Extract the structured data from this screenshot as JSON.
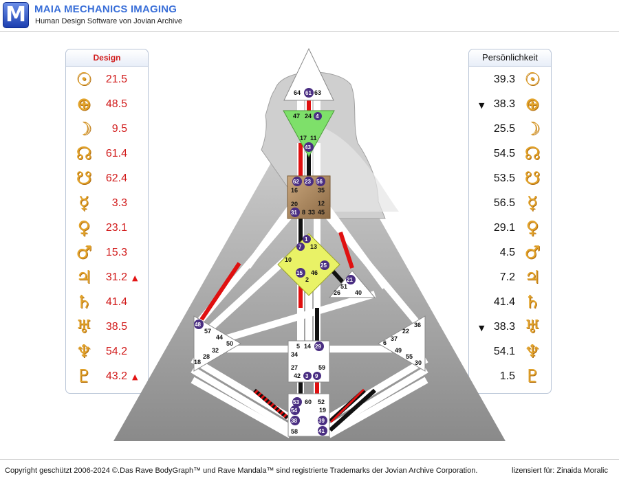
{
  "header": {
    "logo_letter": "M",
    "title": "MAIA MECHANICS IMAGING",
    "subtitle": "Human Design Software von Jovian Archive"
  },
  "design": {
    "title": "Design",
    "color": "#d11a1a",
    "rows": [
      {
        "planet": "sun-icon",
        "glyph": "☉",
        "value": "21.5",
        "marker": ""
      },
      {
        "planet": "earth-icon",
        "glyph": "⊕",
        "value": "48.5",
        "marker": ""
      },
      {
        "planet": "moon-icon",
        "glyph": "☽",
        "value": "9.5",
        "marker": ""
      },
      {
        "planet": "north-node-icon",
        "glyph": "☊",
        "value": "61.4",
        "marker": ""
      },
      {
        "planet": "south-node-icon",
        "glyph": "☋",
        "value": "62.4",
        "marker": ""
      },
      {
        "planet": "mercury-icon",
        "glyph": "☿",
        "value": "3.3",
        "marker": ""
      },
      {
        "planet": "venus-icon",
        "glyph": "♀",
        "value": "23.1",
        "marker": ""
      },
      {
        "planet": "mars-icon",
        "glyph": "♂",
        "value": "15.3",
        "marker": ""
      },
      {
        "planet": "jupiter-icon",
        "glyph": "♃",
        "value": "31.2",
        "marker": "▲"
      },
      {
        "planet": "saturn-icon",
        "glyph": "♄",
        "value": "41.4",
        "marker": ""
      },
      {
        "planet": "uranus-icon",
        "glyph": "♅",
        "value": "38.5",
        "marker": ""
      },
      {
        "planet": "neptune-icon",
        "glyph": "♆",
        "value": "54.2",
        "marker": ""
      },
      {
        "planet": "pluto-icon",
        "glyph": "♇",
        "value": "43.2",
        "marker": "▲"
      }
    ]
  },
  "personality": {
    "title": "Persönlichkeit",
    "rows": [
      {
        "planet": "sun-icon",
        "glyph": "☉",
        "value": "39.3",
        "marker": ""
      },
      {
        "planet": "earth-icon",
        "glyph": "⊕",
        "value": "38.3",
        "marker": "▼"
      },
      {
        "planet": "moon-icon",
        "glyph": "☽",
        "value": "25.5",
        "marker": ""
      },
      {
        "planet": "north-node-icon",
        "glyph": "☊",
        "value": "54.5",
        "marker": ""
      },
      {
        "planet": "south-node-icon",
        "glyph": "☋",
        "value": "53.5",
        "marker": ""
      },
      {
        "planet": "mercury-icon",
        "glyph": "☿",
        "value": "56.5",
        "marker": ""
      },
      {
        "planet": "venus-icon",
        "glyph": "♀",
        "value": "29.1",
        "marker": ""
      },
      {
        "planet": "mars-icon",
        "glyph": "♂",
        "value": "4.5",
        "marker": ""
      },
      {
        "planet": "jupiter-icon",
        "glyph": "♃",
        "value": "7.2",
        "marker": ""
      },
      {
        "planet": "saturn-icon",
        "glyph": "♄",
        "value": "41.4",
        "marker": ""
      },
      {
        "planet": "uranus-icon",
        "glyph": "♅",
        "value": "38.3",
        "marker": "▼"
      },
      {
        "planet": "neptune-icon",
        "glyph": "♆",
        "value": "54.1",
        "marker": ""
      },
      {
        "planet": "pluto-icon",
        "glyph": "♇",
        "value": "1.5",
        "marker": ""
      }
    ]
  },
  "bodygraph": {
    "colors": {
      "head": "#ffffff",
      "ajna": "#7ee06a",
      "throat": "#a07a4e",
      "g_center": "#e9f266",
      "design_channel": "#e01010",
      "personality_channel": "#111111",
      "activation_dot": "#4a2e82"
    },
    "gates": {
      "head": [
        "64",
        "61",
        "63"
      ],
      "ajna": [
        "47",
        "24",
        "4",
        "17",
        "11",
        "43"
      ],
      "throat": [
        "62",
        "23",
        "56",
        "16",
        "35",
        "12",
        "20",
        "45",
        "31",
        "8",
        "33"
      ],
      "g_center": [
        "1",
        "7",
        "13",
        "10",
        "25",
        "15",
        "46",
        "2"
      ],
      "heart": [
        "21",
        "51",
        "26",
        "40"
      ],
      "spleen": [
        "48",
        "57",
        "44",
        "50",
        "32",
        "28",
        "18"
      ],
      "solar_plexus": [
        "36",
        "22",
        "37",
        "6",
        "49",
        "55",
        "30"
      ],
      "sacral": [
        "5",
        "14",
        "29",
        "34",
        "27",
        "59",
        "42",
        "3",
        "9"
      ],
      "root": [
        "53",
        "60",
        "52",
        "54",
        "19",
        "38",
        "39",
        "58",
        "41"
      ]
    },
    "activated_gates": [
      "61",
      "4",
      "43",
      "62",
      "23",
      "56",
      "31",
      "1",
      "7",
      "25",
      "15",
      "21",
      "48",
      "29",
      "3",
      "9",
      "53",
      "54",
      "38",
      "39",
      "41"
    ]
  },
  "footer": {
    "copyright": "Copyright geschützt 2006-2024 ©.Das Rave BodyGraph™ und Rave Mandala™ sind registrierte Trademarks der Jovian Archive Corporation.",
    "license": "lizensiert für: Zinaida Moralic"
  }
}
